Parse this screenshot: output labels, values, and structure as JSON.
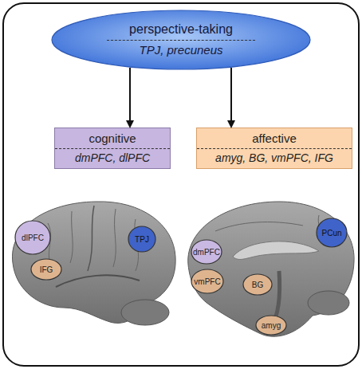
{
  "diagram": {
    "nodes": [
      {
        "text": [
          "perspective-taking",
          "TPJ, precuneus"
        ]
      },
      {
        "text": [
          "cognitive",
          "dmPFC, dlPFC"
        ]
      },
      {
        "text": [
          "affective",
          "amyg, BG, vmPFC, IFG"
        ]
      },
      {
        "text": [
          "dlPFC"
        ]
      },
      {
        "text": [
          "TPJ"
        ]
      },
      {
        "text": [
          "IFG"
        ]
      },
      {
        "text": [
          "PCun"
        ]
      },
      {
        "text": [
          "dmPFC"
        ]
      },
      {
        "text": [
          "BG"
        ]
      },
      {
        "text": [
          "vmPFC"
        ]
      },
      {
        "text": [
          "amyg"
        ]
      }
    ],
    "edges": [
      {
        "from": 0,
        "to": 1,
        "arrow": "to"
      },
      {
        "from": 0,
        "to": 2,
        "arrow": "to"
      }
    ]
  }
}
